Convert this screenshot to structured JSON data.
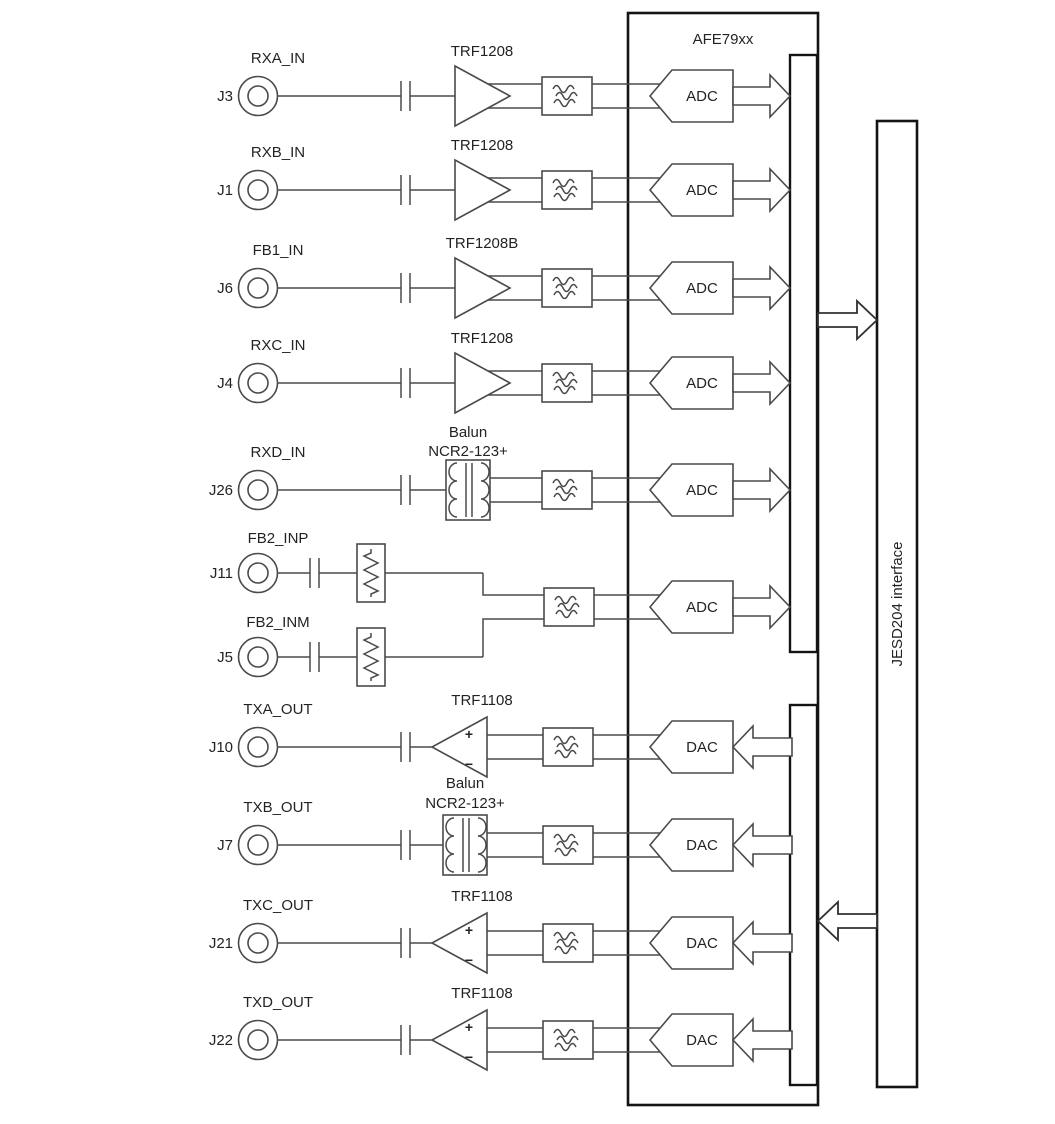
{
  "labels": {
    "chip": "AFE79xx",
    "jesd": "JESD204 interface",
    "adc": "ADC",
    "dac": "DAC",
    "plus": "+",
    "minus": "−"
  },
  "colors": {
    "background": "#ffffff",
    "line": "#4a4a4a",
    "box": "#141414",
    "text": "#232323"
  },
  "rows": [
    {
      "jack": "J3",
      "signal": "RXA_IN",
      "component": "TRF1208"
    },
    {
      "jack": "J1",
      "signal": "RXB_IN",
      "component": "TRF1208"
    },
    {
      "jack": "J6",
      "signal": "FB1_IN",
      "component": "TRF1208B"
    },
    {
      "jack": "J4",
      "signal": "RXC_IN",
      "component": "TRF1208"
    },
    {
      "jack": "J26",
      "signal": "RXD_IN",
      "component": "Balun",
      "component2": "NCR2-123+"
    },
    {
      "jack": "J11",
      "signal": "FB2_INP"
    },
    {
      "jack": "J5",
      "signal": "FB2_INM"
    },
    {
      "jack": "J10",
      "signal": "TXA_OUT",
      "component": "TRF1108"
    },
    {
      "jack": "J7",
      "signal": "TXB_OUT",
      "component": "Balun",
      "component2": "NCR2-123+"
    },
    {
      "jack": "J21",
      "signal": "TXC_OUT",
      "component": "TRF1108"
    },
    {
      "jack": "J22",
      "signal": "TXD_OUT",
      "component": "TRF1108"
    }
  ]
}
